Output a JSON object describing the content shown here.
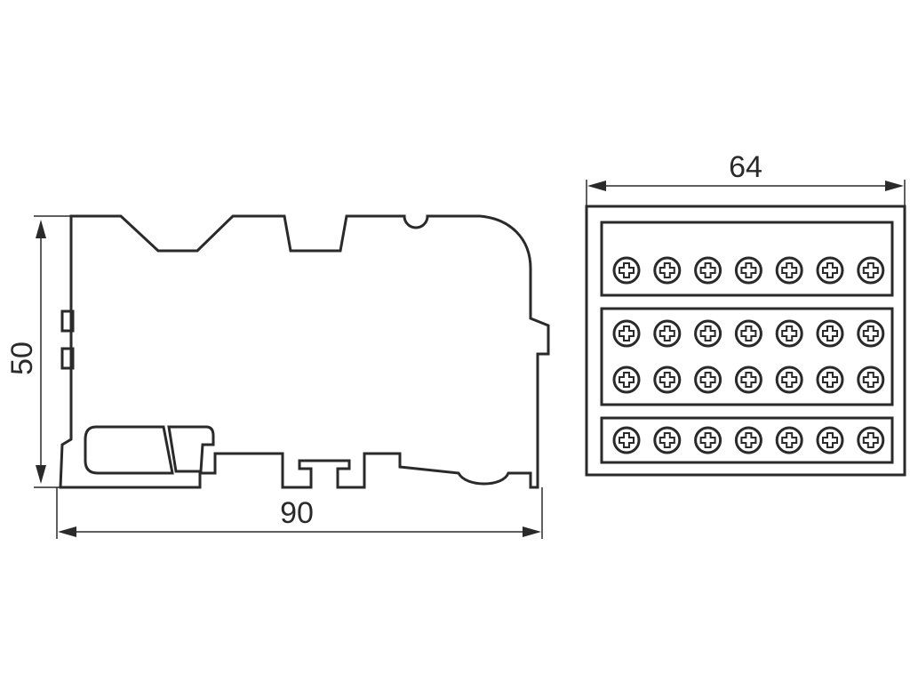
{
  "dimensions": {
    "height": "50",
    "width": "90",
    "front_width": "64"
  },
  "front_view": {
    "groups": [
      {
        "rows": 1,
        "screws_per_row": 7
      },
      {
        "rows": 2,
        "screws_per_row": 7
      },
      {
        "rows": 1,
        "screws_per_row": 7
      }
    ]
  }
}
